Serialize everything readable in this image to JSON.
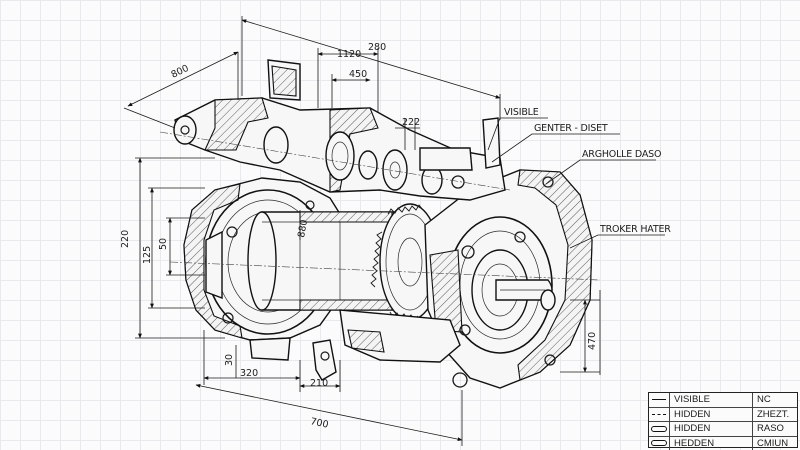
{
  "drawing": {
    "dimensions": {
      "d800": "800",
      "d280": "280",
      "d1120": "1120",
      "d450": "450",
      "d222": "222",
      "d220": "220",
      "d125": "125",
      "d50": "50",
      "d880": "880",
      "d30": "30",
      "d320": "320",
      "d210": "210",
      "d700": "700",
      "d470": "470"
    },
    "callouts": {
      "visible": "VISIBLE",
      "genter": "GENTER - DISET",
      "argholle": "ARGHOLLE DASO",
      "troker": "TROKER HATER"
    }
  },
  "legend": {
    "rows": [
      {
        "symbol": "solid-line",
        "name": "VISIBLE",
        "code": "NC"
      },
      {
        "symbol": "dashed-line",
        "name": "HIDDEN",
        "code": "ZHEZT."
      },
      {
        "symbol": "pill-line",
        "name": "HIDDEN",
        "code": "RASO"
      },
      {
        "symbol": "pill-line",
        "name": "HEDDEN",
        "code": "CMIUN"
      }
    ]
  }
}
